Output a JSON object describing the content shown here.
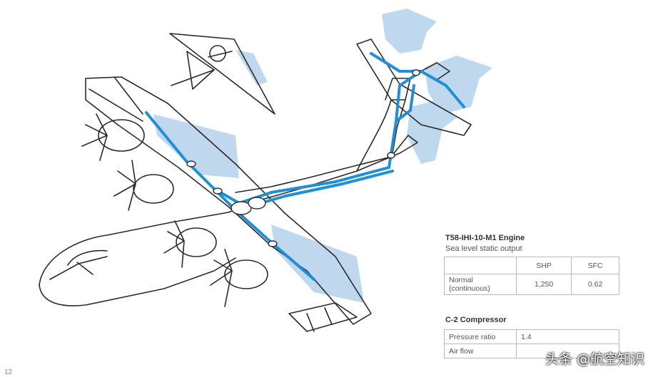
{
  "engine_block": {
    "title": "T58-IHI-10-M1 Engine",
    "subtitle": "Sea level static output",
    "col_headers": [
      "",
      "SHP",
      "SFC"
    ],
    "rows": [
      {
        "label_line1": "Normal",
        "label_line2": "(continuous)",
        "shp": "1,250",
        "sfc": "0.62"
      }
    ]
  },
  "compressor_block": {
    "title": "C-2 Compressor",
    "rows": [
      {
        "label": "Pressure ratio",
        "value": "1.4"
      },
      {
        "label": "Air flow",
        "value": ""
      }
    ]
  },
  "watermark": "头条 @航空知识",
  "page_number": "12",
  "colors": {
    "duct_blue": "#1f8fd8",
    "airflow_blue": "#a9cbe8",
    "line": "#2a2a2a"
  }
}
